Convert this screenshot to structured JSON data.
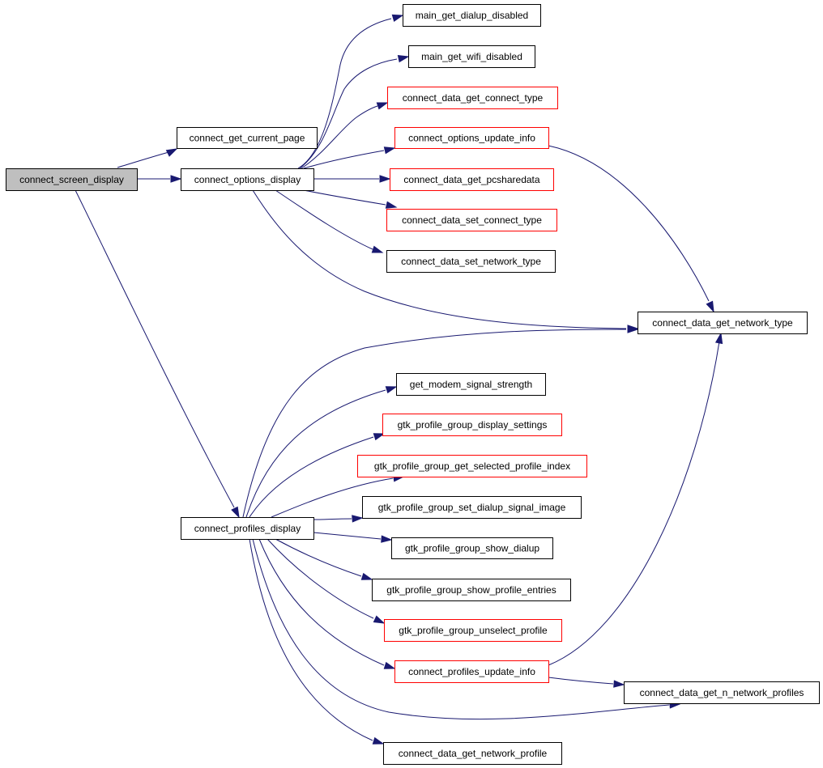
{
  "diagram": {
    "colors": {
      "edge": "#191970",
      "border_default": "#000000",
      "border_red": "#ff0000",
      "root_fill": "#bfbfbf",
      "node_fill": "#ffffff"
    },
    "nodes": [
      {
        "id": "connect_screen_display",
        "label": "connect_screen_display",
        "style": "root"
      },
      {
        "id": "connect_get_current_page",
        "label": "connect_get_current_page",
        "style": "black"
      },
      {
        "id": "connect_options_display",
        "label": "connect_options_display",
        "style": "black"
      },
      {
        "id": "connect_profiles_display",
        "label": "connect_profiles_display",
        "style": "black"
      },
      {
        "id": "main_get_dialup_disabled",
        "label": "main_get_dialup_disabled",
        "style": "black"
      },
      {
        "id": "main_get_wifi_disabled",
        "label": "main_get_wifi_disabled",
        "style": "black"
      },
      {
        "id": "connect_data_get_connect_type",
        "label": "connect_data_get_connect_type",
        "style": "red"
      },
      {
        "id": "connect_options_update_info",
        "label": "connect_options_update_info",
        "style": "red"
      },
      {
        "id": "connect_data_get_pcsharedata",
        "label": "connect_data_get_pcsharedata",
        "style": "red"
      },
      {
        "id": "connect_data_set_connect_type",
        "label": "connect_data_set_connect_type",
        "style": "red"
      },
      {
        "id": "connect_data_set_network_type",
        "label": "connect_data_set_network_type",
        "style": "black"
      },
      {
        "id": "connect_data_get_network_type",
        "label": "connect_data_get_network_type",
        "style": "black"
      },
      {
        "id": "get_modem_signal_strength",
        "label": "get_modem_signal_strength",
        "style": "black"
      },
      {
        "id": "gtk_profile_group_display_settings",
        "label": "gtk_profile_group_display_settings",
        "style": "red"
      },
      {
        "id": "gtk_profile_group_get_selected_profile_index",
        "label": "gtk_profile_group_get_selected_profile_index",
        "style": "red"
      },
      {
        "id": "gtk_profile_group_set_dialup_signal_image",
        "label": "gtk_profile_group_set_dialup_signal_image",
        "style": "black"
      },
      {
        "id": "gtk_profile_group_show_dialup",
        "label": "gtk_profile_group_show_dialup",
        "style": "black"
      },
      {
        "id": "gtk_profile_group_show_profile_entries",
        "label": "gtk_profile_group_show_profile_entries",
        "style": "black"
      },
      {
        "id": "gtk_profile_group_unselect_profile",
        "label": "gtk_profile_group_unselect_profile",
        "style": "red"
      },
      {
        "id": "connect_profiles_update_info",
        "label": "connect_profiles_update_info",
        "style": "red"
      },
      {
        "id": "connect_data_get_n_network_profiles",
        "label": "connect_data_get_n_network_profiles",
        "style": "black"
      },
      {
        "id": "connect_data_get_network_profile",
        "label": "connect_data_get_network_profile",
        "style": "black"
      }
    ],
    "edges": [
      {
        "from": "connect_screen_display",
        "to": "connect_get_current_page"
      },
      {
        "from": "connect_screen_display",
        "to": "connect_options_display"
      },
      {
        "from": "connect_screen_display",
        "to": "connect_profiles_display"
      },
      {
        "from": "connect_options_display",
        "to": "main_get_dialup_disabled"
      },
      {
        "from": "connect_options_display",
        "to": "main_get_wifi_disabled"
      },
      {
        "from": "connect_options_display",
        "to": "connect_data_get_connect_type"
      },
      {
        "from": "connect_options_display",
        "to": "connect_options_update_info"
      },
      {
        "from": "connect_options_display",
        "to": "connect_data_get_pcsharedata"
      },
      {
        "from": "connect_options_display",
        "to": "connect_data_set_connect_type"
      },
      {
        "from": "connect_options_display",
        "to": "connect_data_set_network_type"
      },
      {
        "from": "connect_options_display",
        "to": "connect_data_get_network_type"
      },
      {
        "from": "connect_options_update_info",
        "to": "connect_data_get_network_type"
      },
      {
        "from": "connect_profiles_display",
        "to": "connect_data_get_network_type"
      },
      {
        "from": "connect_profiles_display",
        "to": "get_modem_signal_strength"
      },
      {
        "from": "connect_profiles_display",
        "to": "gtk_profile_group_display_settings"
      },
      {
        "from": "connect_profiles_display",
        "to": "gtk_profile_group_get_selected_profile_index"
      },
      {
        "from": "connect_profiles_display",
        "to": "gtk_profile_group_set_dialup_signal_image"
      },
      {
        "from": "connect_profiles_display",
        "to": "gtk_profile_group_show_dialup"
      },
      {
        "from": "connect_profiles_display",
        "to": "gtk_profile_group_show_profile_entries"
      },
      {
        "from": "connect_profiles_display",
        "to": "gtk_profile_group_unselect_profile"
      },
      {
        "from": "connect_profiles_display",
        "to": "connect_profiles_update_info"
      },
      {
        "from": "connect_profiles_display",
        "to": "connect_data_get_n_network_profiles"
      },
      {
        "from": "connect_profiles_display",
        "to": "connect_data_get_network_profile"
      },
      {
        "from": "connect_profiles_update_info",
        "to": "connect_data_get_network_type"
      },
      {
        "from": "connect_profiles_update_info",
        "to": "connect_data_get_n_network_profiles"
      }
    ]
  }
}
